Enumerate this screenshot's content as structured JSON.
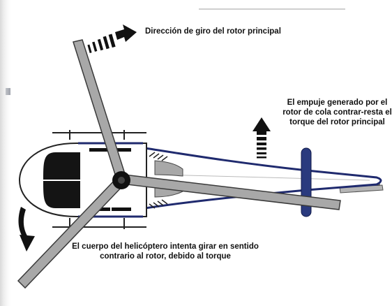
{
  "labels": {
    "rotor_direction": "Dirección de giro del rotor principal",
    "tail_thrust": "El empuje generado por el rotor de cola contrar-resta el torque del rotor principal",
    "body_torque": "El cuerpo del helicóptero intenta girar en sentido contrario al rotor, debido al torque"
  },
  "colors": {
    "blade_fill": "#a8a8a8",
    "tail_boom": "#1f2a6e",
    "arrow": "#111111"
  }
}
